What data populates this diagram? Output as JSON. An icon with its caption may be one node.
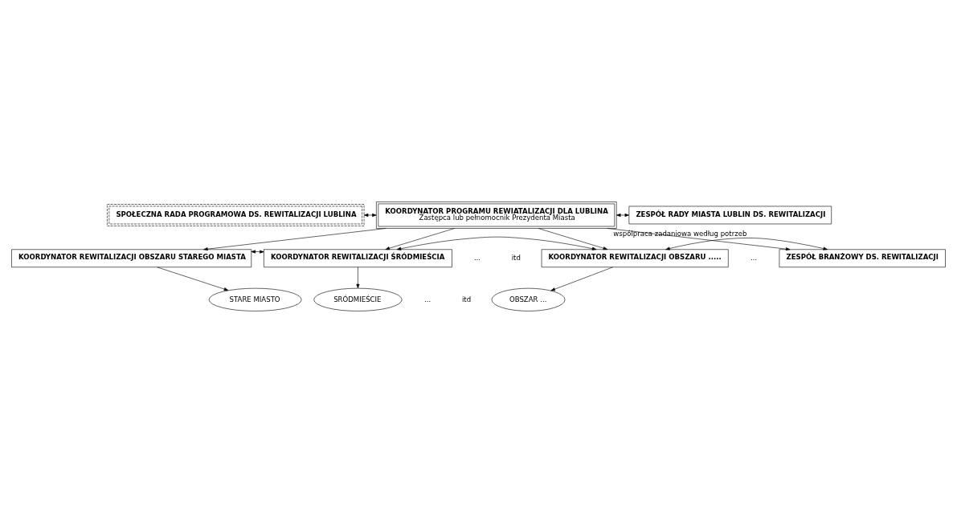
{
  "diagram": {
    "nodes": [
      {
        "text": [
          "SPOŁECZNA RADA PROGRAMOWA DS. REWITALIZACJI LUBLINA"
        ]
      },
      {
        "text": [
          "KOORDYNATOR PROGRAMU REWIATALIZACJI DLA LUBLINA",
          "Zastępca lub pełnomocnik Prezydenta Miasta"
        ]
      },
      {
        "text": [
          "ZESPÓŁ RADY MIASTA LUBLIN DS. REWITALIZACJI"
        ]
      },
      {
        "text": [
          "KOORDYNATOR REWITALIZACJI OBSZARU STAREGO MIASTA"
        ]
      },
      {
        "text": [
          "KOORDYNATOR REWITALIZACJI ŚRÓDMIEŚCIA"
        ]
      },
      {
        "text": [
          "KOORDYNATOR REWITALIZACJI OBSZARU ....."
        ]
      },
      {
        "text": [
          "ZESPÓŁ BRANŻOWY DS. REWITALIZACJI"
        ]
      },
      {
        "text": [
          "STARE MIASTO"
        ]
      },
      {
        "text": [
          "SRÓDMIEŚCIE"
        ]
      },
      {
        "text": [
          "OBSZAR ..."
        ]
      }
    ],
    "edges": [
      {
        "from": 0,
        "to": 1,
        "arrow": "both"
      },
      {
        "from": 1,
        "to": 2,
        "arrow": "both"
      },
      {
        "from": 1,
        "to": 3,
        "arrow": "to"
      },
      {
        "from": 1,
        "to": 4,
        "arrow": "to"
      },
      {
        "from": 1,
        "to": 5,
        "arrow": "to"
      },
      {
        "from": 1,
        "to": 6,
        "arrow": "to"
      },
      {
        "from": 3,
        "to": 7,
        "arrow": "to"
      },
      {
        "from": 4,
        "to": 8,
        "arrow": "to"
      },
      {
        "from": 5,
        "to": 9,
        "arrow": "to"
      },
      {
        "from": 3,
        "to": 4,
        "arrow": "both"
      },
      {
        "from": 4,
        "to": 5,
        "arrow": "both"
      },
      {
        "from": 5,
        "to": 6,
        "arrow": "both",
        "label": "wspólpraca zadaniowa według potrzeb"
      }
    ],
    "labels": [
      "...",
      "itd",
      "...",
      "...",
      "itd"
    ]
  }
}
